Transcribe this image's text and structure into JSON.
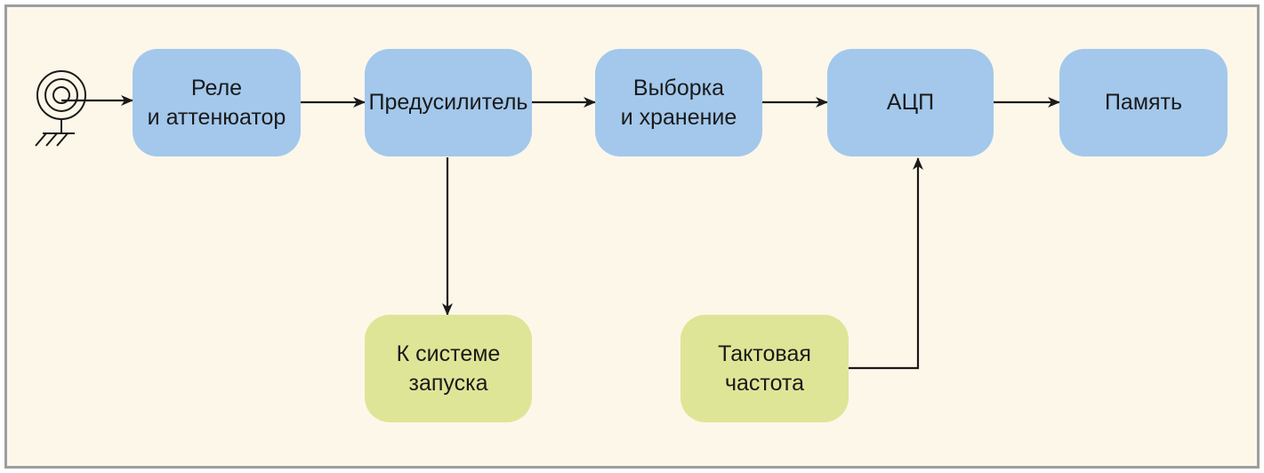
{
  "colors": {
    "background": "#fdf7e9",
    "border": "#9e9e9e",
    "signal_block": "#a3c8ec",
    "auxiliary_block": "#dfe597",
    "wire": "#1a1a1a"
  },
  "input": {
    "icon": "coax-input-ground-icon"
  },
  "blocks": {
    "relay": {
      "lines": [
        "Реле",
        "и аттенюатор"
      ]
    },
    "preamp": {
      "lines": [
        "Предусилитель"
      ]
    },
    "sample_hold": {
      "lines": [
        "Выборка",
        "и хранение"
      ]
    },
    "adc": {
      "lines": [
        "АЦП"
      ]
    },
    "memory": {
      "lines": [
        "Память"
      ]
    },
    "trigger": {
      "lines": [
        "К системе",
        "запуска"
      ]
    },
    "clock": {
      "lines": [
        "Тактовая",
        "частота"
      ]
    }
  },
  "connections": [
    {
      "from": "input",
      "to": "relay"
    },
    {
      "from": "relay",
      "to": "preamp"
    },
    {
      "from": "preamp",
      "to": "sample_hold"
    },
    {
      "from": "sample_hold",
      "to": "adc"
    },
    {
      "from": "adc",
      "to": "memory"
    },
    {
      "from": "preamp",
      "to": "trigger"
    },
    {
      "from": "clock",
      "to": "adc"
    }
  ]
}
